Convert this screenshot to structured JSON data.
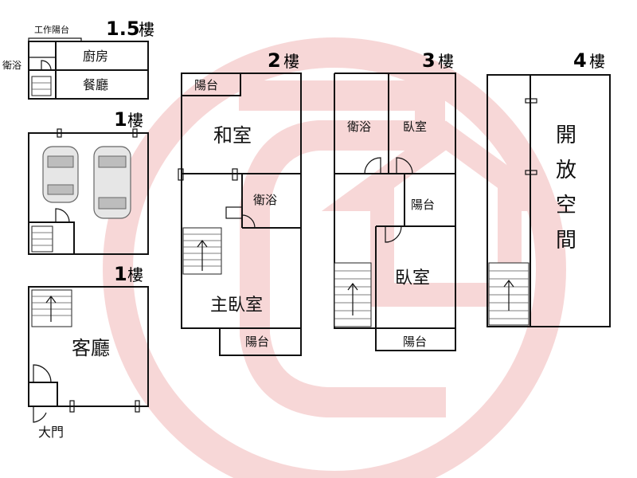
{
  "floors": {
    "f15": {
      "number": "1.5",
      "suffix": "樓",
      "balcony_label": "工作陽台",
      "rooms": {
        "kitchen": "廚房",
        "dining": "餐廳",
        "bath": "衛浴"
      }
    },
    "f1_garage": {
      "number": "1",
      "suffix": "樓"
    },
    "f1_living": {
      "number": "1",
      "suffix": "樓",
      "rooms": {
        "living": "客廳",
        "entrance": "大門"
      }
    },
    "f2": {
      "number": "2",
      "suffix": "樓",
      "rooms": {
        "balcony_top": "陽台",
        "japanese_room": "和室",
        "bath": "衛浴",
        "master_bedroom": "主臥室",
        "balcony_bottom": "陽台"
      }
    },
    "f3": {
      "number": "3",
      "suffix": "樓",
      "rooms": {
        "bath": "衛浴",
        "bedroom_top": "臥室",
        "balcony_mid": "陽台",
        "bedroom": "臥室",
        "balcony_bottom": "陽台"
      }
    },
    "f4": {
      "number": "4",
      "suffix": "樓",
      "rooms": {
        "open_1": "開",
        "open_2": "放",
        "open_3": "空",
        "open_4": "間"
      }
    }
  },
  "colors": {
    "watermark": "#f2c4c4",
    "walls": "#111111"
  }
}
